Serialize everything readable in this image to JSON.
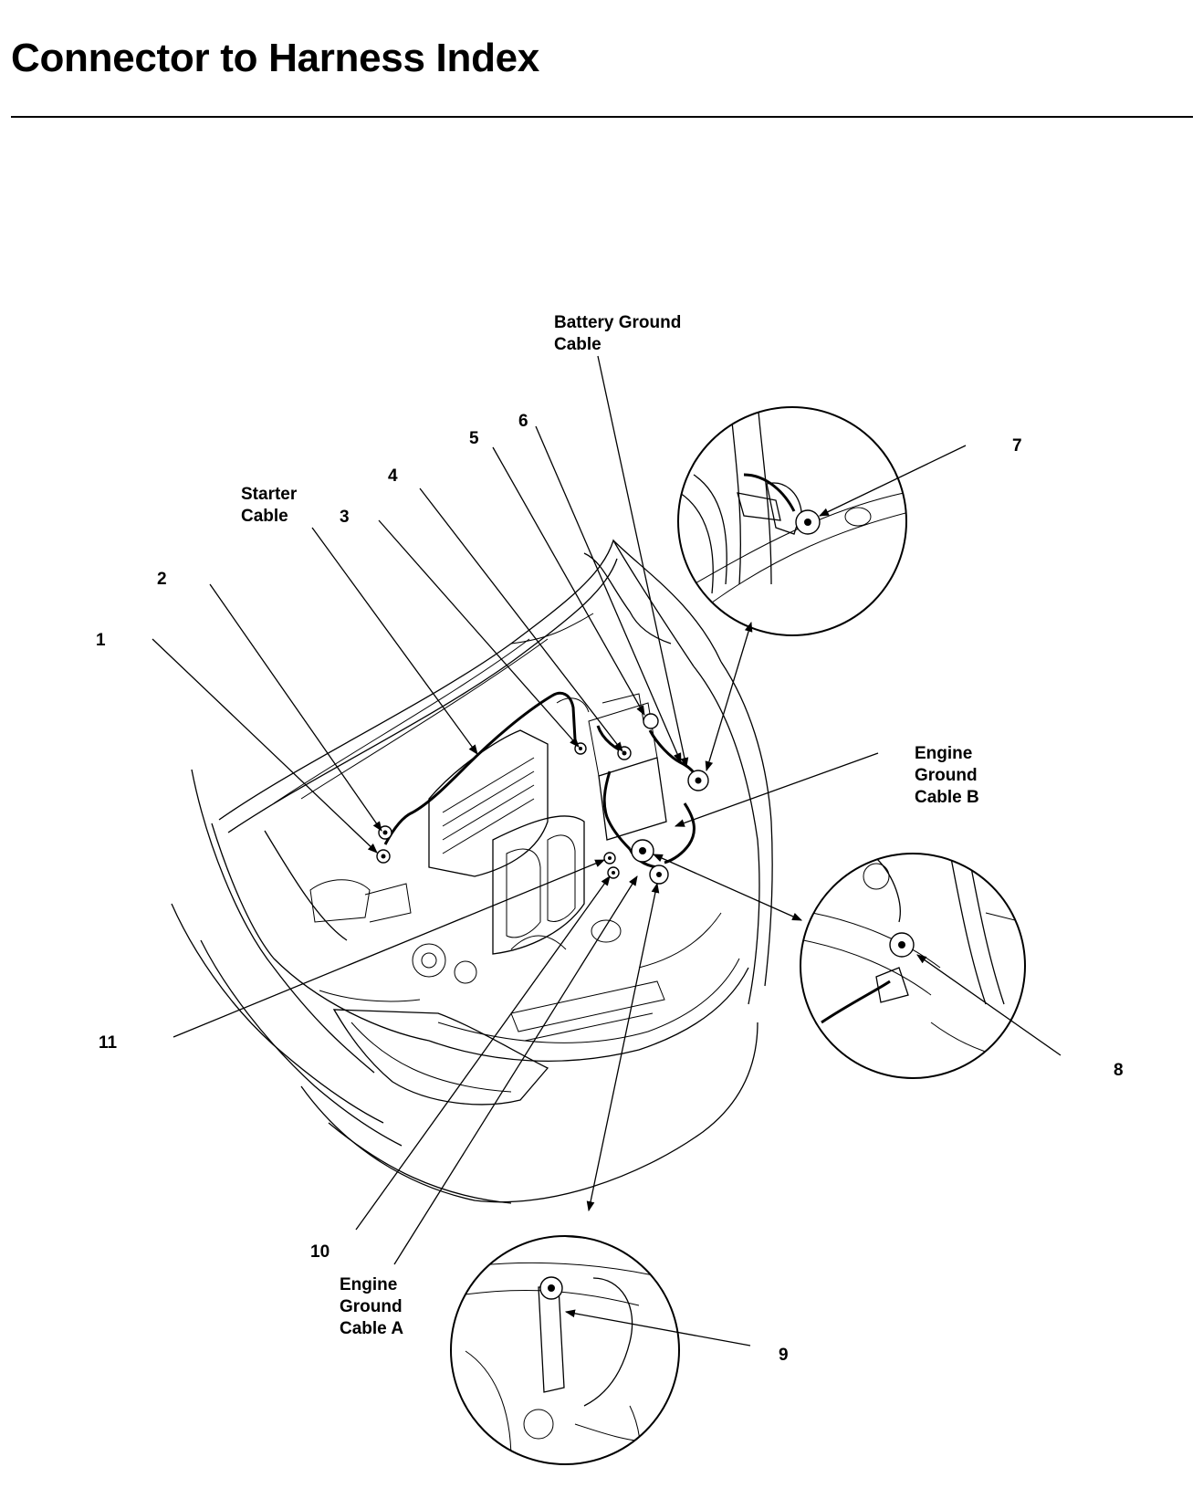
{
  "page": {
    "title": "Connector to Harness Index"
  },
  "labels": {
    "battery_ground_cable": [
      "Battery Ground",
      "Cable"
    ],
    "starter_cable": [
      "Starter",
      "Cable"
    ],
    "engine_ground_cable_b": [
      "Engine",
      "Ground",
      "Cable B"
    ],
    "engine_ground_cable_a": [
      "Engine",
      "Ground",
      "Cable A"
    ],
    "callouts": {
      "c1": "1",
      "c2": "2",
      "c3": "3",
      "c4": "4",
      "c5": "5",
      "c6": "6",
      "c7": "7",
      "c8": "8",
      "c9": "9",
      "c10": "10",
      "c11": "11"
    }
  }
}
